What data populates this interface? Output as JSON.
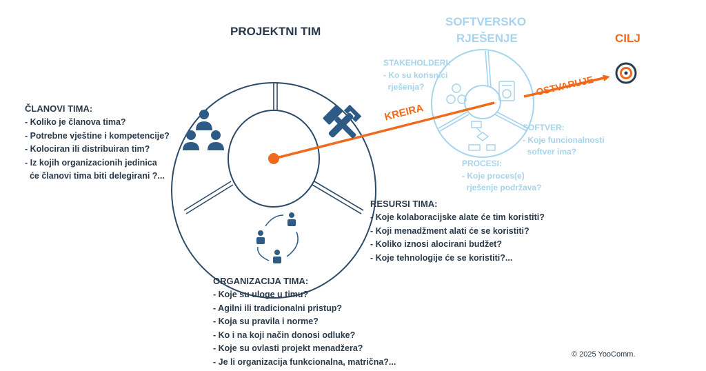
{
  "titles": {
    "team": "PROJEKTNI TIM",
    "software_line1": "SOFTVERSKO",
    "software_line2": "RJEŠENJE",
    "goal": "CILJ"
  },
  "arrows": {
    "creates": "KREIRA",
    "achieves": "OSTVARUJE"
  },
  "team_members": {
    "heading": "ČLANOVI TIMA:",
    "items": [
      "- Koliko je članova tima?",
      "- Potrebne vještine i kompetencije?",
      "- Kolociran ili distribuiran tim?",
      "- Iz kojih organizacionih jedinica",
      "  će članovi tima biti delegirani ?..."
    ]
  },
  "team_resources": {
    "heading": "RESURSI TIMA:",
    "items": [
      "- Koje kolaboracijske alate će tim koristiti?",
      "- Koji menadžment alati će se koristiti?",
      "- Koliko iznosi alocirani budžet?",
      "- Koje tehnologije će se koristiti?..."
    ]
  },
  "team_organization": {
    "heading": "ORGANIZACIJA TIMA:",
    "items": [
      "- Koje su uloge u timu?",
      "- Agilni ili tradicionalni pristup?",
      "- Koja su pravila i norme?",
      "- Ko i na koji način donosi odluke?",
      "- Koje su ovlasti projekt menadžera?",
      "- Je li organizacija funkcionalna, matrična?..."
    ]
  },
  "stakeholders": {
    "heading": "STAKEHOLDERI:",
    "items": [
      "- Ko su korisnici",
      "  rješenja?"
    ]
  },
  "software": {
    "heading": "SOFTVER:",
    "items": [
      "- Koje funcionalnosti",
      "  softver ima?"
    ]
  },
  "processes": {
    "heading": "PROCESI:",
    "items": [
      "- Koje proces(e)",
      "  rješenje podržava?"
    ]
  },
  "copyright": "© 2025 YooComm.",
  "colors": {
    "dark": "#2b3a4a",
    "team_ring": "#2d4a66",
    "light_blue": "#a6d4ec",
    "icon_blue": "#2e5b86",
    "orange": "#ef6a1a"
  },
  "icons": {
    "members": "people-group-icon",
    "resources": "tools-icon",
    "organization": "roles-cycle-icon",
    "stakeholders": "stakeholders-icon",
    "software": "software-document-icon",
    "processes": "process-flowchart-icon",
    "goal": "target-icon"
  }
}
